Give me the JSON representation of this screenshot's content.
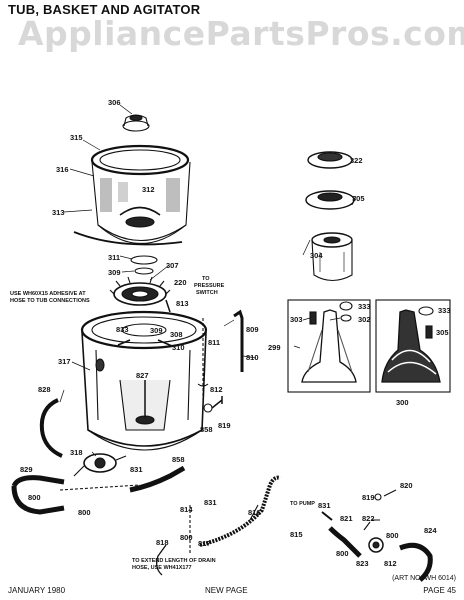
{
  "header": {
    "title": "TUB, BASKET AND AGITATOR",
    "watermark": "AppliancePartsPros.com"
  },
  "footer": {
    "left": "JANUARY 1980",
    "center": "NEW PAGE",
    "right": "PAGE 45",
    "art_no": "(ART NO. WH 6014)"
  },
  "notes": {
    "adhesive": [
      "USE WH60X15 ADHESIVE AT",
      "HOSE TO TUB CONNECTIONS"
    ],
    "pressure_switch": [
      "TO",
      "PRESSURE",
      "SWITCH"
    ],
    "drain_hose": [
      "TO EXTEND LENGTH OF DRAIN",
      "HOSE, USE WH41X177"
    ],
    "to_pump": "TO PUMP"
  },
  "parts": {
    "p306": "306",
    "p315": "315",
    "p316": "316",
    "p312": "312",
    "p313": "313",
    "p311": "311",
    "p309a": "309",
    "p307": "307",
    "p220": "220",
    "p813": "813",
    "p833": "833",
    "p309b": "309",
    "p308": "308",
    "p310": "310",
    "p317": "317",
    "p827": "827",
    "p811": "811",
    "p809": "809",
    "p810": "810",
    "p812a": "812",
    "p858a": "858",
    "p819a": "819",
    "p828": "828",
    "p318": "318",
    "p829": "829",
    "p800a": "800",
    "p800b": "800",
    "p831a": "831",
    "p858b": "858",
    "p831b": "831",
    "p814": "814",
    "p800c": "800",
    "p817": "817",
    "p816": "816",
    "p815": "815",
    "p818": "818",
    "p322": "322",
    "p305a": "305",
    "p304": "304",
    "p299": "299",
    "p303": "303",
    "p333a": "333",
    "p302": "302",
    "p333b": "333",
    "p305b": "305",
    "p300": "300",
    "p819b": "819",
    "p820": "820",
    "p831c": "831",
    "p821": "821",
    "p822": "822",
    "p800d": "800",
    "p823": "823",
    "p812b": "812",
    "p824": "824",
    "p800e": "800"
  }
}
